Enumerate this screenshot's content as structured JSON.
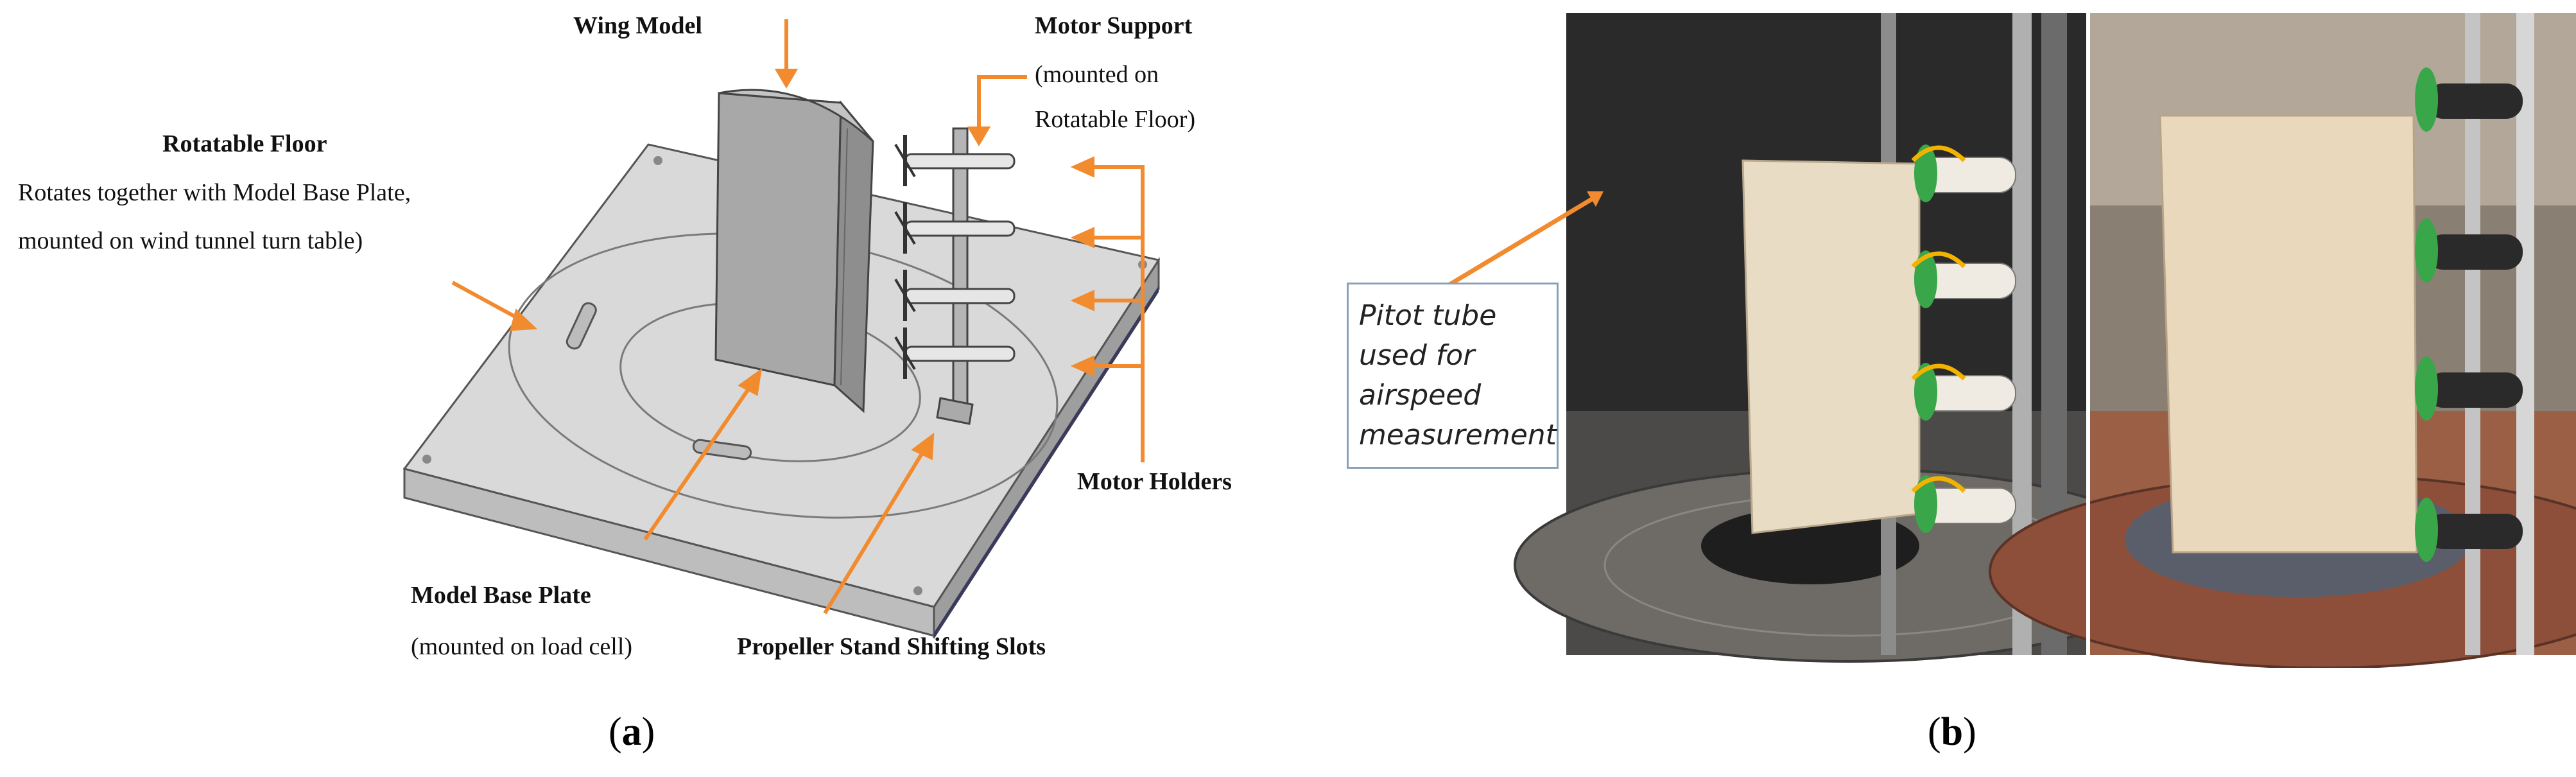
{
  "panel_a": {
    "caption_open": "(",
    "caption_letter": "a",
    "caption_close": ")",
    "labels": {
      "wing_model": "Wing Model",
      "motor_support_title": "Motor Support",
      "motor_support_line1": "(mounted on",
      "motor_support_line2": "Rotatable Floor)",
      "rotatable_floor_title": "Rotatable Floor",
      "rotatable_floor_line1": "Rotates together with Model Base Plate,",
      "rotatable_floor_line2": "mounted on wind tunnel turn table)",
      "motor_holders": "Motor Holders",
      "model_base_plate_title": "Model Base Plate",
      "model_base_plate_sub": "(mounted on load cell)",
      "slots": "Propeller Stand Shifting Slots"
    }
  },
  "panel_b": {
    "caption_open": "(",
    "caption_letter": "b",
    "caption_close": ")",
    "pitot_lines": [
      "Pitot tube",
      "used for",
      "airspeed",
      "measurement"
    ]
  },
  "colors": {
    "arrow": "#f28a2e",
    "plate": "#d8d8d8",
    "wing": "#a6a6a6",
    "text": "#111111"
  }
}
